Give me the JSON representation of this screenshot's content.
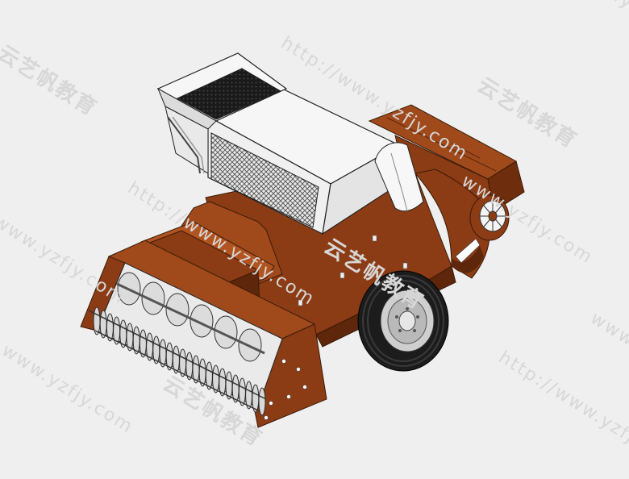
{
  "watermark": {
    "url": "http://www.yzfjy.com",
    "url_short": "www.yzfjy.com",
    "brand_cn": "云艺帆教育"
  },
  "colors": {
    "background": "#efefef",
    "body_brown": "#8c3c14",
    "body_brown_light": "#a04a1c",
    "body_brown_dark": "#5e260a",
    "hood_white": "#f4f4f4",
    "tire": "#1c1c1c",
    "rim": "#cfcfcf",
    "watermark": "#d7d7d7"
  }
}
